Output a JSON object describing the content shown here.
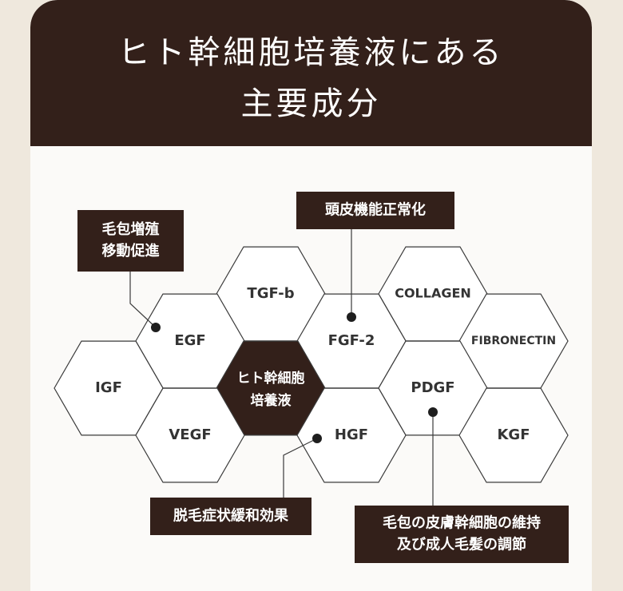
{
  "title": {
    "line1": "ヒト幹細胞培養液にある",
    "line2": "主要成分"
  },
  "hexagons": [
    {
      "id": "tgfb",
      "label": "TGF-b"
    },
    {
      "id": "collagen",
      "label": "COLLAGEN"
    },
    {
      "id": "egf",
      "label": "EGF"
    },
    {
      "id": "fgf2",
      "label": "FGF-2"
    },
    {
      "id": "fibronectin",
      "label": "FIBRONECTIN"
    },
    {
      "id": "igf",
      "label": "IGF"
    },
    {
      "id": "center",
      "lines": [
        "ヒト幹細胞",
        "培養液"
      ]
    },
    {
      "id": "pdgf",
      "label": "PDGF"
    },
    {
      "id": "vegf",
      "label": "VEGF"
    },
    {
      "id": "hgf",
      "label": "HGF"
    },
    {
      "id": "kgf",
      "label": "KGF"
    }
  ],
  "callouts": [
    {
      "id": "hair-follicle-growth",
      "lines": [
        "毛包増殖",
        "移動促進"
      ]
    },
    {
      "id": "scalp-normalization",
      "lines": [
        "頭皮機能正常化"
      ]
    },
    {
      "id": "hair-loss-relief",
      "lines": [
        "脱毛症状緩和効果"
      ]
    },
    {
      "id": "skin-stem-cell",
      "lines": [
        "毛包の皮膚幹細胞の維持",
        "及び成人毛髪の調節"
      ]
    }
  ],
  "colors": {
    "dark": "#33201a",
    "background": "#efe8dd",
    "card": "#fbfaf8",
    "line": "#3a3a3a"
  }
}
